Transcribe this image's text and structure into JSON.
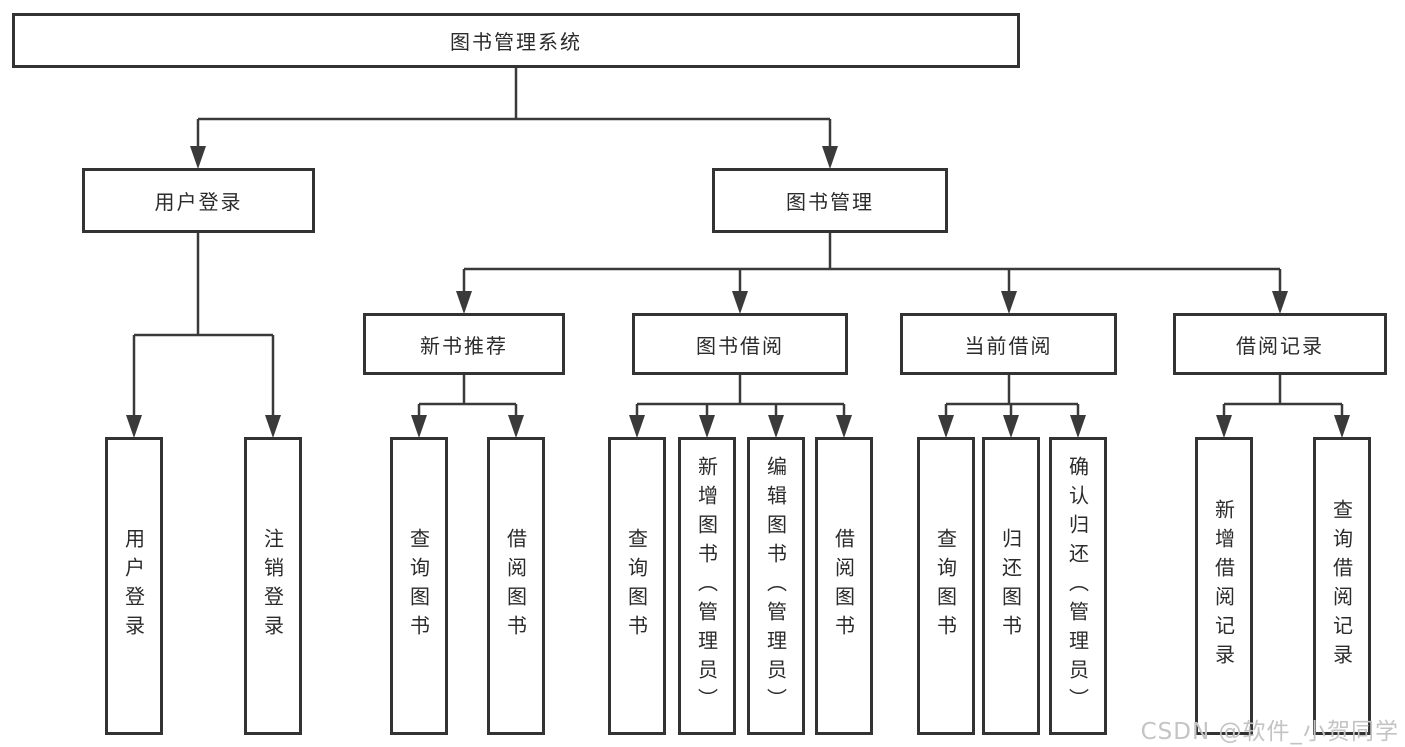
{
  "diagram": {
    "title": "图书管理系统",
    "colors": {
      "line": "#3a3a3a",
      "box_border": "#333333",
      "text": "#2b2b2b",
      "background": "#ffffff",
      "watermark": "#c4c4c4"
    },
    "nodes": {
      "root": {
        "label": "图书管理系统"
      },
      "user_login": {
        "label": "用户登录"
      },
      "book_mgmt": {
        "label": "图书管理"
      },
      "new_book": {
        "label": "新书推荐"
      },
      "book_borrow": {
        "label": "图书借阅"
      },
      "current_borrow": {
        "label": "当前借阅"
      },
      "borrow_records": {
        "label": "借阅记录"
      },
      "leaf_user_login": {
        "label": "用户登录"
      },
      "leaf_logout": {
        "label": "注销登录"
      },
      "leaf_query_books_1": {
        "label": "查询图书"
      },
      "leaf_borrow_books_1": {
        "label": "借阅图书"
      },
      "leaf_query_books_2": {
        "label": "查询图书"
      },
      "leaf_add_books": {
        "label": "新增图书（管理员）"
      },
      "leaf_edit_books": {
        "label": "编辑图书（管理员）"
      },
      "leaf_borrow_books_2": {
        "label": "借阅图书"
      },
      "leaf_query_books_3": {
        "label": "查询图书"
      },
      "leaf_return_books": {
        "label": "归还图书"
      },
      "leaf_confirm_return": {
        "label": "确认归还（管理员）"
      },
      "leaf_add_record": {
        "label": "新增借阅记录"
      },
      "leaf_query_record": {
        "label": "查询借阅记录"
      }
    },
    "edges": [
      {
        "from": "图书管理系统",
        "to": [
          "用户登录",
          "图书管理"
        ]
      },
      {
        "from": "用户登录",
        "to": [
          "用户登录",
          "注销登录"
        ]
      },
      {
        "from": "图书管理",
        "to": [
          "新书推荐",
          "图书借阅",
          "当前借阅",
          "借阅记录"
        ]
      },
      {
        "from": "新书推荐",
        "to": [
          "查询图书",
          "借阅图书"
        ]
      },
      {
        "from": "图书借阅",
        "to": [
          "查询图书",
          "新增图书（管理员）",
          "编辑图书（管理员）",
          "借阅图书"
        ]
      },
      {
        "from": "当前借阅",
        "to": [
          "查询图书",
          "归还图书",
          "确认归还（管理员）"
        ]
      },
      {
        "from": "借阅记录",
        "to": [
          "新增借阅记录",
          "查询借阅记录"
        ]
      }
    ],
    "watermark": {
      "text": "CSDN @软件_小贺同学"
    }
  }
}
